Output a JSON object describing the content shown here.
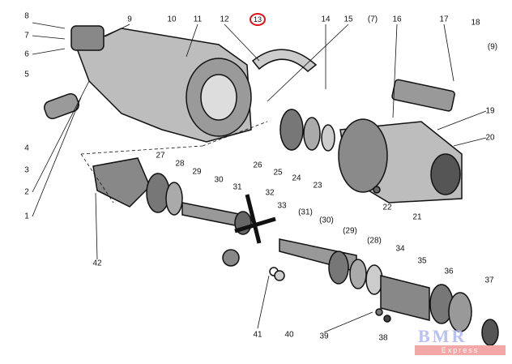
{
  "diagram": {
    "highlighted_part": "13",
    "highlight_color": "#e0101a",
    "labels": [
      {
        "id": "8",
        "text": "8"
      },
      {
        "id": "9",
        "text": "9"
      },
      {
        "id": "10",
        "text": "10"
      },
      {
        "id": "11",
        "text": "11"
      },
      {
        "id": "12",
        "text": "12"
      },
      {
        "id": "13",
        "text": "13"
      },
      {
        "id": "14",
        "text": "14"
      },
      {
        "id": "15",
        "text": "15"
      },
      {
        "id": "p7",
        "text": "(7)"
      },
      {
        "id": "16",
        "text": "16"
      },
      {
        "id": "17",
        "text": "17"
      },
      {
        "id": "18",
        "text": "18"
      },
      {
        "id": "p9",
        "text": "(9)"
      },
      {
        "id": "7",
        "text": "7"
      },
      {
        "id": "6",
        "text": "6"
      },
      {
        "id": "5",
        "text": "5"
      },
      {
        "id": "4",
        "text": "4"
      },
      {
        "id": "3",
        "text": "3"
      },
      {
        "id": "2",
        "text": "2"
      },
      {
        "id": "1",
        "text": "1"
      },
      {
        "id": "19",
        "text": "19"
      },
      {
        "id": "20",
        "text": "20"
      },
      {
        "id": "21",
        "text": "21"
      },
      {
        "id": "22",
        "text": "22"
      },
      {
        "id": "23",
        "text": "23"
      },
      {
        "id": "24",
        "text": "24"
      },
      {
        "id": "25",
        "text": "25"
      },
      {
        "id": "26",
        "text": "26"
      },
      {
        "id": "27",
        "text": "27"
      },
      {
        "id": "28",
        "text": "28"
      },
      {
        "id": "29",
        "text": "29"
      },
      {
        "id": "30",
        "text": "30"
      },
      {
        "id": "31",
        "text": "31"
      },
      {
        "id": "32",
        "text": "32"
      },
      {
        "id": "33",
        "text": "33"
      },
      {
        "id": "p31",
        "text": "(31)"
      },
      {
        "id": "p30",
        "text": "(30)"
      },
      {
        "id": "p29",
        "text": "(29)"
      },
      {
        "id": "p28",
        "text": "(28)"
      },
      {
        "id": "34",
        "text": "34"
      },
      {
        "id": "35",
        "text": "35"
      },
      {
        "id": "36",
        "text": "36"
      },
      {
        "id": "37",
        "text": "37"
      },
      {
        "id": "38",
        "text": "38"
      },
      {
        "id": "39",
        "text": "39"
      },
      {
        "id": "40",
        "text": "40"
      },
      {
        "id": "41",
        "text": "41"
      },
      {
        "id": "42",
        "text": "42"
      }
    ]
  },
  "watermark": {
    "brand": "BMR",
    "tagline": "Express"
  }
}
